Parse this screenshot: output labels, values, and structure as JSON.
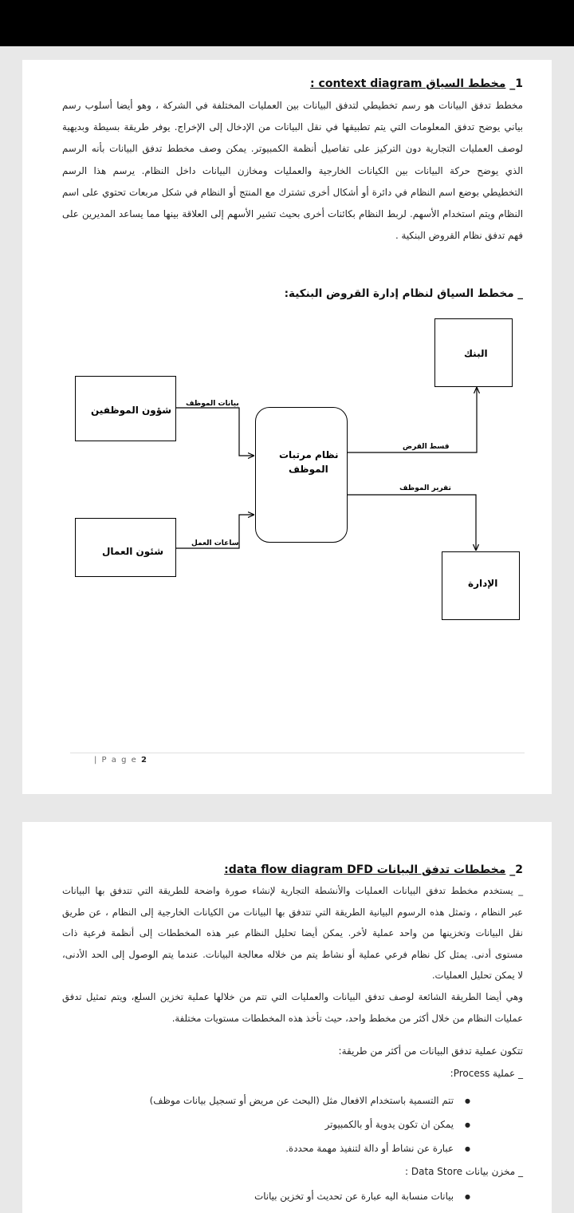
{
  "page1": {
    "heading_num": "1_",
    "heading_title": "مخطط السياق context diagram :",
    "intro_lines": [
      "مخطط تدفق البيانات هو رسم تخطيطي لتدفق البيانات بين العمليات المختلفة في الشركة ، وهو أيضا أسلوب رسم",
      "بياني يوضح تدفق المعلومات التي يتم تطبيقها في نقل البيانات من الإدخال إلى الإخراج. يوفر طريقة بسيطة وبديهية",
      "لوصف العمليات التجارية دون التركيز على تفاصيل أنظمة الكمبيوتر. يمكن وصف مخطط تدفق البيانات بأنه الرسم",
      "الذي يوضح حركة البيانات بين الكيانات الخارجية والعمليات ومخازن البيانات داخل النظام. يرسم هذا الرسم",
      "التخطيطي بوضع اسم النظام في دائرة أو أشكال أخرى تشترك مع المنتج أو النظام في شكل مربعات تحتوي على اسم",
      "النظام ويتم استخدام الأسهم. لربط النظام بكائنات أخرى بحيث تشير الأسهم إلى العلاقة بينها مما يساعد المديرين على",
      "فهم تدفق نظام القروض البنكية ."
    ],
    "diagram_title": "_ مخطط السياق لنظام إدارة القروض البنكية:",
    "diagram": {
      "bank": "البنك",
      "hr": "شؤون الموظفين",
      "workers": "شئون العمال",
      "system_line1": "نظام مرتبات",
      "system_line2": "الموظف",
      "admin": "الإدارة",
      "flow_employee_data": "بيانات الموظف",
      "flow_work_hours": "ساعات العمل",
      "flow_loan_installment": "قسط القرض",
      "flow_employee_report": "تقرير الموظف"
    },
    "footer_page_label": "| P a g e",
    "footer_page_number": "2"
  },
  "page2": {
    "heading_num": "2_",
    "heading_title": "مخططات تدفق البيانات data flow diagram DFD:",
    "para1_lines": [
      "_ يستخدم مخطط تدفق البيانات العمليات والأنشطة التجارية لإنشاء صورة واضحة للطريقة التي تتدفق بها البيانات",
      "عبر النظام ، وتمثل هذه الرسوم البيانية الطريقة التي تتدفق بها البيانات من الكيانات الخارجية إلى النظام ، عن طريق",
      "نقل البيانات وتخزينها من واحد عملية لأخر. يمكن أيضا تحليل النظام عبر هذه المخططات إلى أنظمة فرعية ذات",
      "مستوى أدنى. يمثل كل نظام فرعي عملية أو نشاط يتم من خلاله معالجة البيانات. عندما يتم الوصول إلى الحد الأدنى،",
      "لا يمكن تحليل العمليات."
    ],
    "para2_lines": [
      "وهي أيضا الطريقة الشائعة لوصف تدفق البيانات والعمليات التي تتم من خلالها عملية تخزين السلع، ويتم تمثيل تدفق",
      "عمليات النظام من خلال أكثر من مخطط واحد، حيث تأخذ هذه المخططات مستويات مختلفة."
    ],
    "ways_line": "تتكون عملية تدفق البيانات من أكثر من طريقة:",
    "process_label": "_ عملية Process:",
    "process_bullets": [
      "تتم التسمية باستخدام الافعال مثل (البحث عن مريض أو تسجيل بيانات موظف)",
      "يمكن ان تكون يدوية أو بالكمبيوتر",
      "عبارة عن نشاط أو دالة لتنفيذ مهمة محددة."
    ],
    "store_label": "_ مخزن بيانات Data Store :",
    "store_bullets": [
      "بيانات منسابة اليه عبارة عن تحديث أو تخزين بيانات"
    ]
  }
}
